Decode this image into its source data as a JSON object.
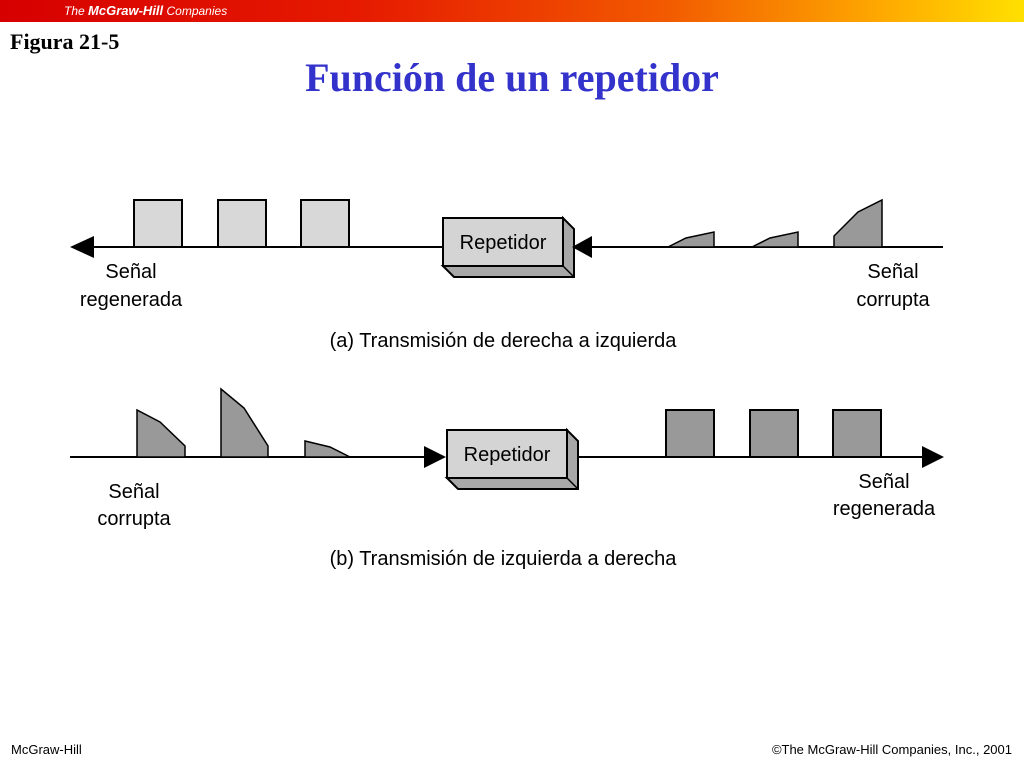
{
  "banner": {
    "prefix": "The",
    "brand": "McGraw-Hill",
    "suffix": "Companies"
  },
  "figure_label": "Figura 21-5",
  "title": "Función de un repetidor",
  "colors": {
    "title": "#3333cc",
    "light_pulse": "#d8d8d8",
    "dark_pulse": "#999999",
    "box": "#d4d4d4"
  },
  "panels": {
    "a": {
      "repeater_label": "Repetidor",
      "left_label": [
        "Señal",
        "regenerada"
      ],
      "right_label": [
        "Señal",
        "corrupta"
      ],
      "caption": "(a) Transmisión de derecha a izquierda"
    },
    "b": {
      "repeater_label": "Repetidor",
      "left_label": [
        "Señal",
        "corrupta"
      ],
      "right_label": [
        "Señal",
        "regenerada"
      ],
      "caption": "(b) Transmisión de izquierda a derecha"
    }
  },
  "footer": {
    "left": "McGraw-Hill",
    "right": "©The McGraw-Hill Companies, Inc., 2001"
  }
}
